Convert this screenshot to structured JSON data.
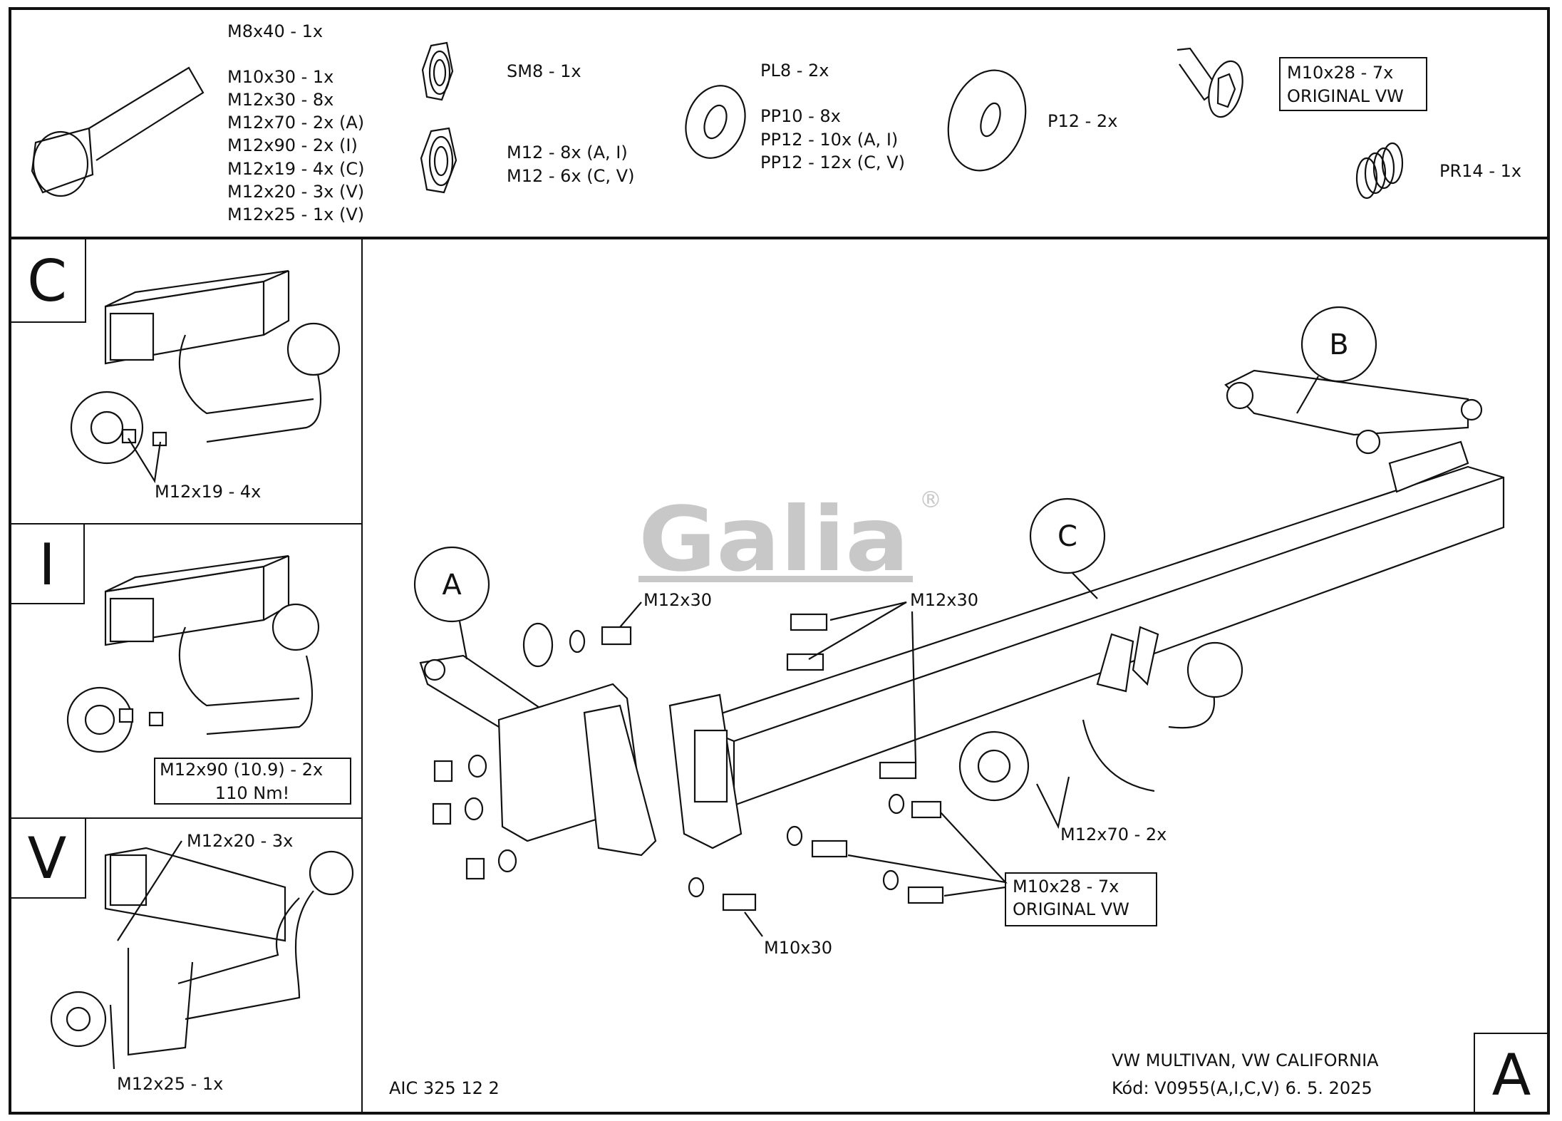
{
  "parts_list": {
    "bolt_header": "M8x40 - 1x",
    "bolts": [
      "M10x30 - 1x",
      "M12x30 - 8x",
      "M12x70 - 2x (A)",
      "M12x90 - 2x (I)",
      "M12x19 - 4x (C)",
      "M12x20 - 3x (V)",
      "M12x25 - 1x (V)"
    ],
    "locknut": "SM8 - 1x",
    "nuts": [
      "M12 - 8x (A, I)",
      "M12 - 6x (C, V)"
    ],
    "washer_small": "PL8 - 2x",
    "washers": [
      "PP10 - 8x",
      "PP12 - 10x (A, I)",
      "PP12 - 12x (C, V)"
    ],
    "washer_large": "P12 - 2x",
    "vw_bolt": [
      "M10x28 - 7x",
      "ORIGINAL VW"
    ],
    "spring": "PR14 - 1x"
  },
  "variants": {
    "c": {
      "letter": "C",
      "label": "M12x19 - 4x"
    },
    "i": {
      "letter": "I",
      "label": [
        "M12x90 (10.9) - 2x",
        "110 Nm!"
      ]
    },
    "v": {
      "letter": "V",
      "label_top": "M12x20 - 3x",
      "label_bottom": "M12x25 - 1x"
    }
  },
  "main": {
    "callouts": {
      "a": "A",
      "b": "B",
      "c": "C"
    },
    "labels": {
      "m12x30_left": "M12x30",
      "m12x30_right": "M12x30",
      "m12x70": "M12x70 - 2x",
      "m10x28": [
        "M10x28 - 7x",
        "ORIGINAL VW"
      ],
      "m10x30": "M10x30"
    },
    "logo": "Galia",
    "logo_mark": "®"
  },
  "title_block": {
    "drawing_code": "AIC 325 12 2",
    "vehicle": "VW MULTIVAN, VW CALIFORNIA",
    "code_date": "Kód: V0955(A,I,C,V)  6. 5. 2025",
    "sheet": "A"
  },
  "colors": {
    "line": "#111111",
    "logo": "#c8c8c8"
  }
}
